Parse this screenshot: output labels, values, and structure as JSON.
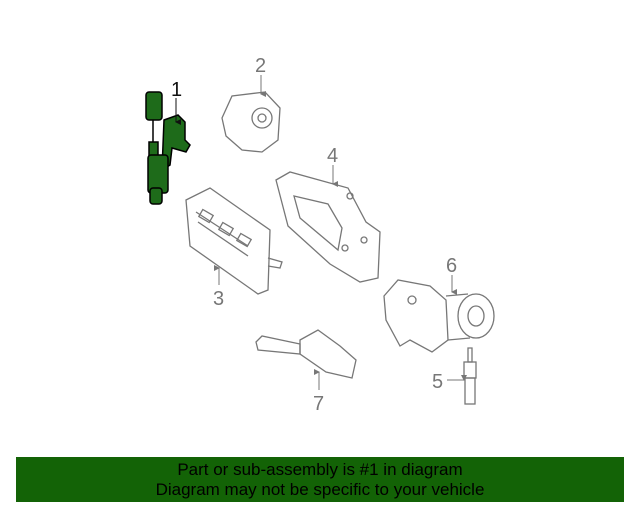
{
  "callouts": [
    "1",
    "2",
    "3",
    "4",
    "5",
    "6",
    "7"
  ],
  "highlighted_part": "1",
  "colors": {
    "highlight": "#1e6b1a",
    "banner": "#136306",
    "outline": "#777777"
  },
  "banner": {
    "line1": "Part or sub-assembly is #1 in diagram",
    "line2": "Diagram may not be specific to your vehicle"
  }
}
